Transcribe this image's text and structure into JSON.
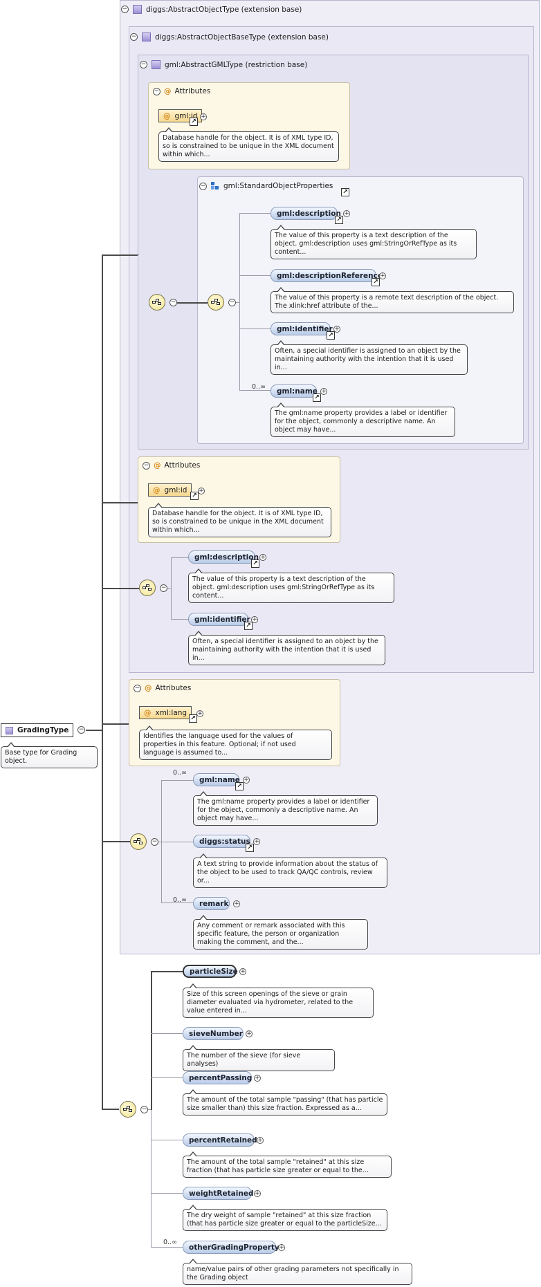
{
  "root": {
    "name": "GradingType",
    "description": "Base type for Grading object."
  },
  "types": {
    "abstract_object": "diggs:AbstractObjectType (extension base)",
    "abstract_object_base": "diggs:AbstractObjectBaseType (extension base)",
    "abstract_gml": "gml:AbstractGMLType (restriction base)"
  },
  "attributes_label": "Attributes",
  "groups": {
    "standard_object_properties": "gml:StandardObjectProperties"
  },
  "elements": {
    "gml_id": {
      "name": "gml:id",
      "desc": "Database handle for the object. It is of XML type ID, so is constrained to be unique in the XML document within which..."
    },
    "gml_description": {
      "name": "gml:description",
      "desc": "The value of this property is a text description of the object. gml:description uses gml:StringOrRefType as its content..."
    },
    "gml_description_reference": {
      "name": "gml:descriptionReference",
      "desc": "The value of this property is a remote text description of the object. The xlink:href attribute of the..."
    },
    "gml_identifier": {
      "name": "gml:identifier",
      "desc": "Often, a special identifier is assigned to an object by the maintaining authority with the intention that it is used in..."
    },
    "gml_name": {
      "name": "gml:name",
      "desc": "The gml:name property provides a label or identifier for the object, commonly a descriptive name. An object may have..."
    },
    "xml_lang": {
      "name": "xml:lang",
      "desc": "Identifies the language used for the values of properties in this feature. Optional; if not used language is assumed to..."
    },
    "diggs_status": {
      "name": "diggs:status",
      "desc": "A text string to provide information about the status of the object to be used to track QA/QC controls, review or..."
    },
    "remark": {
      "name": "remark",
      "desc": "Any comment or remark associated with this specific feature, the person or organization making the comment, and the..."
    },
    "particle_size": {
      "name": "particleSize",
      "desc": "Size of this screen openings of the sieve or grain diameter evaluated via hydrometer, related to the value entered in..."
    },
    "sieve_number": {
      "name": "sieveNumber",
      "desc": "The number of the sieve (for sieve analyses)"
    },
    "percent_passing": {
      "name": "percentPassing",
      "desc": "The amount of the total sample \"passing\" (that has particle size smaller than) this size fraction. Expressed as a..."
    },
    "percent_retained": {
      "name": "percentRetained",
      "desc": "The amount of the total sample \"retained\" at this size fraction (that has particle size greater or equal to the..."
    },
    "weight_retained": {
      "name": "weightRetained",
      "desc": "The dry weight of sample \"retained\" at this size fraction (that has particle size greater or equal to the particleSize..."
    },
    "other_grading_property": {
      "name": "otherGradingProperty",
      "desc": "name/value pairs of other grading parameters not specifically in the Grading object"
    }
  },
  "cardinality": "0..∞",
  "symbols": {
    "collapse": "−",
    "expand": "+",
    "ref": "↗",
    "attr": "@"
  }
}
